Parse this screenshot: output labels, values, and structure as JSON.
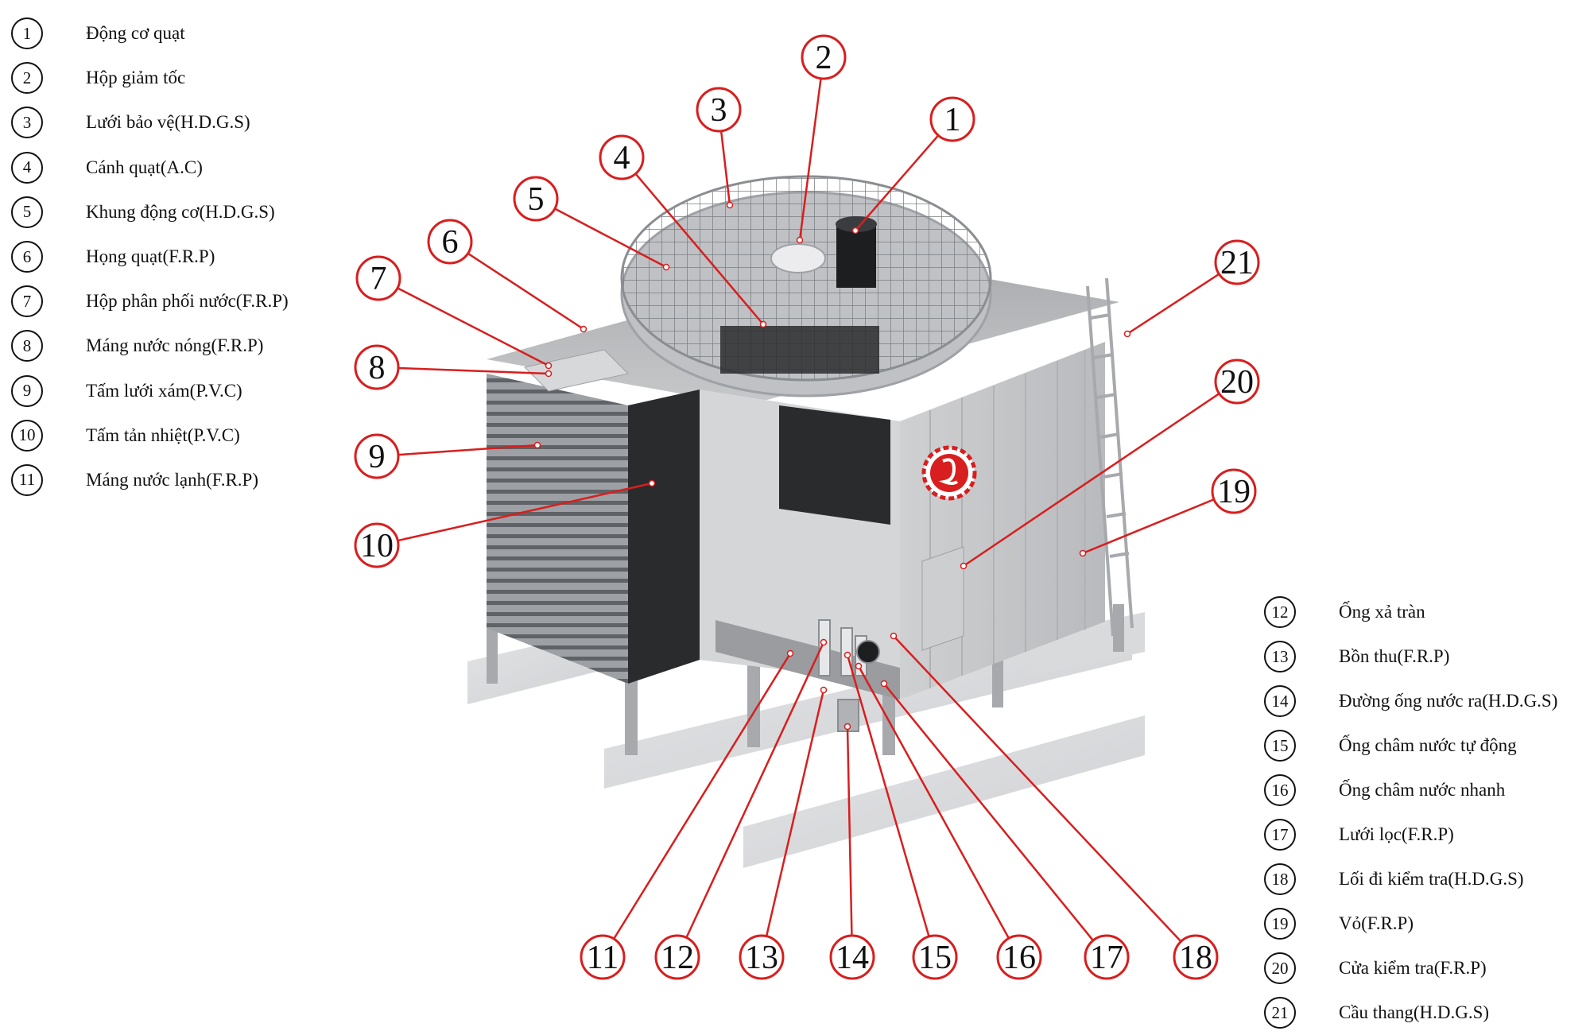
{
  "legend_left": [
    {
      "num": "1",
      "label": "Động cơ quạt"
    },
    {
      "num": "2",
      "label": "Hộp giảm tốc"
    },
    {
      "num": "3",
      "label": "Lưới bảo vệ(H.D.G.S)"
    },
    {
      "num": "4",
      "label": "Cánh quạt(A.C)"
    },
    {
      "num": "5",
      "label": "Khung động cơ(H.D.G.S)"
    },
    {
      "num": "6",
      "label": "Họng quạt(F.R.P)"
    },
    {
      "num": "7",
      "label": "Hộp phân phối nước(F.R.P)"
    },
    {
      "num": "8",
      "label": "Máng nước nóng(F.R.P)"
    },
    {
      "num": "9",
      "label": "Tấm lưới xám(P.V.C)"
    },
    {
      "num": "10",
      "label": "Tấm tản nhiệt(P.V.C)"
    },
    {
      "num": "11",
      "label": "Máng nước lạnh(F.R.P)"
    }
  ],
  "legend_right": [
    {
      "num": "12",
      "label": "Ống xả tràn"
    },
    {
      "num": "13",
      "label": "Bồn thu(F.R.P)"
    },
    {
      "num": "14",
      "label": "Đường ống nước ra(H.D.G.S)"
    },
    {
      "num": "15",
      "label": "Ống châm nước tự động"
    },
    {
      "num": "16",
      "label": "Ống châm nước nhanh"
    },
    {
      "num": "17",
      "label": "Lưới lọc(F.R.P)"
    },
    {
      "num": "18",
      "label": "Lối đi kiểm tra(H.D.G.S)"
    },
    {
      "num": "19",
      "label": "Vỏ(F.R.P)"
    },
    {
      "num": "20",
      "label": "Cửa kiểm tra(F.R.P)"
    },
    {
      "num": "21",
      "label": "Cầu thang(H.D.G.S)"
    }
  ],
  "callouts": [
    "1",
    "2",
    "3",
    "4",
    "5",
    "6",
    "7",
    "8",
    "9",
    "10",
    "11",
    "12",
    "13",
    "14",
    "15",
    "16",
    "17",
    "18",
    "19",
    "20",
    "21"
  ],
  "colors": {
    "callout_line": "#d81e1e",
    "callout_ring": "#d81e1e",
    "text": "#111111",
    "body_light": "#c9cacc",
    "body_dark": "#8d9094",
    "fill_media": "#2a2b2d",
    "logo": "#d81e1e"
  }
}
